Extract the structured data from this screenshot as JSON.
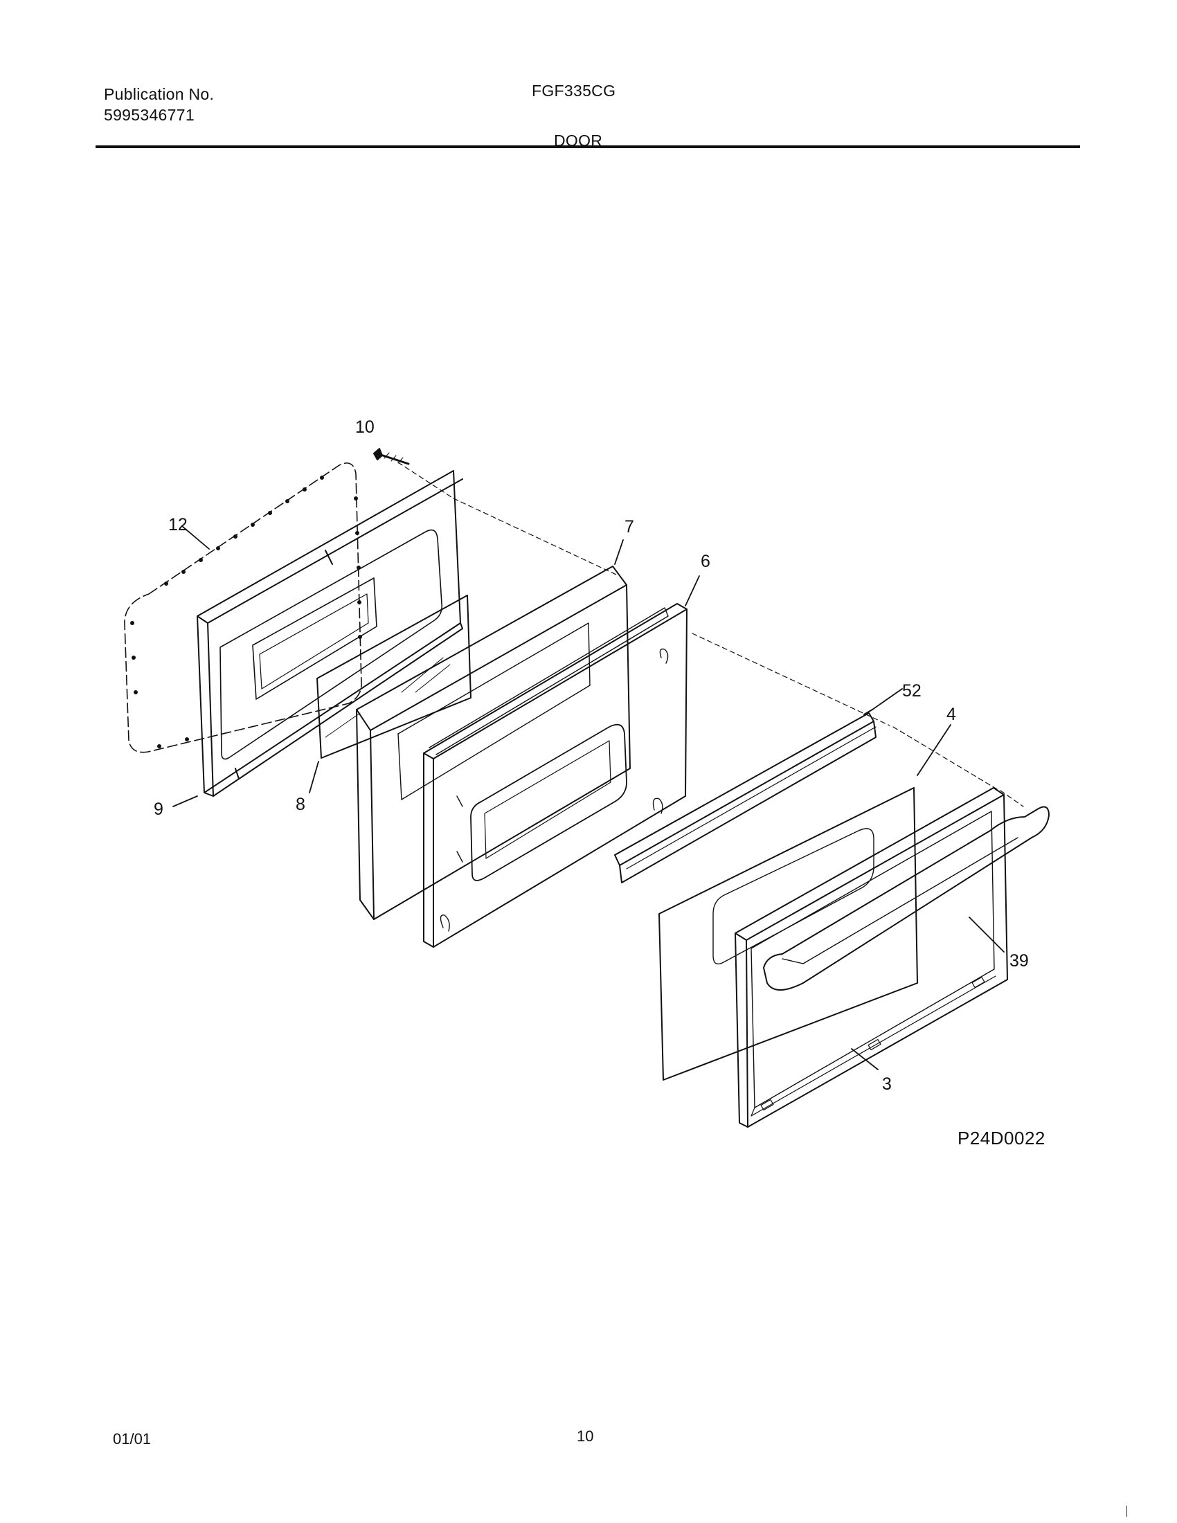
{
  "header": {
    "publication_label": "Publication No.",
    "publication_number": "5995346771",
    "model": "FGF335CG",
    "section": "DOOR"
  },
  "diagram": {
    "figure_code": "P24D0022",
    "callouts": {
      "p10": "10",
      "p12": "12",
      "p7": "7",
      "p6": "6",
      "p52": "52",
      "p4": "4",
      "p9": "9",
      "p8": "8",
      "p39": "39",
      "p3": "3"
    }
  },
  "footer": {
    "date": "01/01",
    "page": "10"
  }
}
